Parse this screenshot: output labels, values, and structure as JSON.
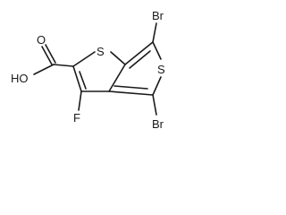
{
  "molecule": {
    "labels": {
      "br_top": "Br",
      "br_bottom": "Br",
      "s_left": "S",
      "s_right": "S",
      "oh": "HO",
      "o": "O",
      "f": "F"
    },
    "colors": {
      "ink": "#1a1a1a",
      "background": "#ffffff"
    }
  }
}
